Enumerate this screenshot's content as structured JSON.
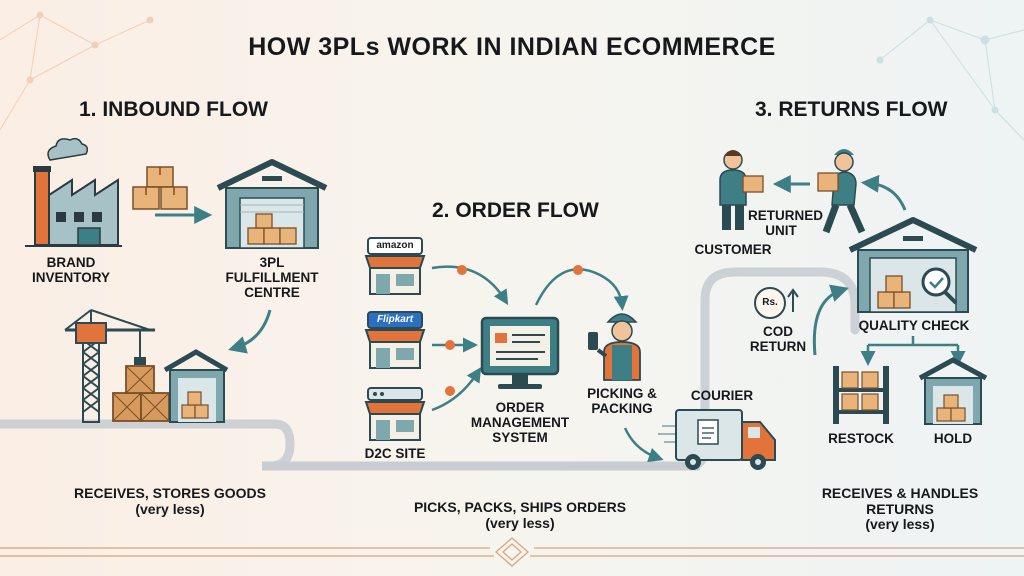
{
  "title": "HOW 3PLs WORK IN INDIAN ECOMMERCE",
  "inbound": {
    "heading": "1. INBOUND FLOW",
    "brand_label": "BRAND INVENTORY",
    "fc_label": "3PL FULFILLMENT CENTRE",
    "caption": "RECEIVES, STORES GOODS",
    "note": "(very less)"
  },
  "order": {
    "heading": "2. ORDER FLOW",
    "amazon_logo": "amazon",
    "flipkart_logo": "Flipkart",
    "d2c_label": "D2C SITE",
    "oms_label": "ORDER MANAGEMENT SYSTEM",
    "picking_label": "PICKING & PACKING",
    "courier_label": "COURIER",
    "caption": "PICKS, PACKS, SHIPS ORDERS",
    "note": "(very less)"
  },
  "returns": {
    "heading": "3. RETURNS FLOW",
    "customer_label": "CUSTOMER",
    "returned_label": "RETURNED UNIT",
    "cod_symbol": "Rs.",
    "cod_label": "COD RETURN",
    "qc_label": "QUALITY CHECK",
    "restock_label": "RESTOCK",
    "hold_label": "HOLD",
    "caption": "RECEIVES & HANDLES RETURNS",
    "note": "(very less)"
  },
  "colors": {
    "teal": "#3e7f86",
    "teal_dark": "#2b4a52",
    "orange": "#e2733b",
    "box": "#e9b47a",
    "box_dark": "#b77b45",
    "ink": "#16181c",
    "road": "#c8cdd1"
  }
}
